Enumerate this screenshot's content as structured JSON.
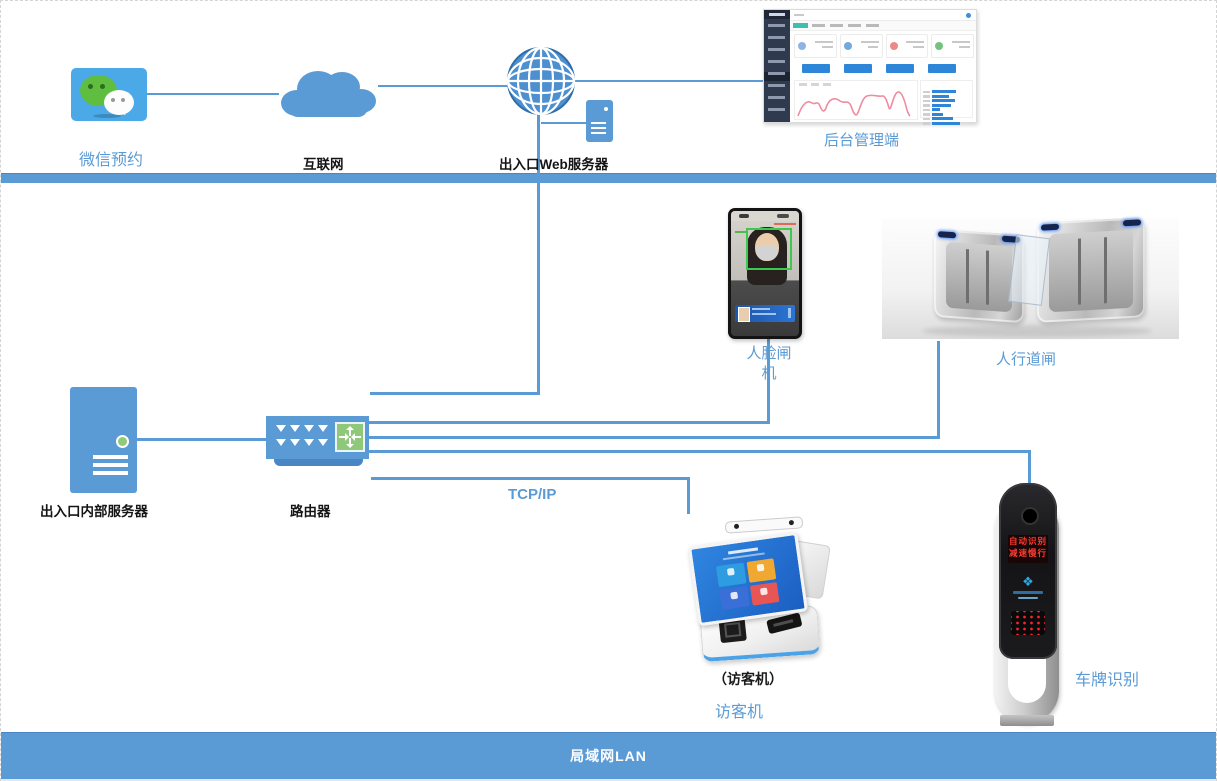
{
  "labels": {
    "wechat": "微信预约",
    "internet": "互联网",
    "web_server": "出入口Web服务器",
    "admin_console": "后台管理端",
    "face_gate_line1": "人脸闸",
    "face_gate_line2": "机",
    "pedestrian_gate": "人行道闸",
    "internal_server": "出入口内部服务器",
    "router": "路由器",
    "protocol": "TCP/IP",
    "visitor_machine_caption": "（访客机）",
    "visitor_machine": "访客机",
    "plate_recognition": "车牌识别",
    "lan_bar": "局域网LAN"
  },
  "lpr_led": {
    "line1": "自动识别",
    "line2": "减速慢行"
  },
  "colors": {
    "diagram_blue": "#5B9BD5",
    "router_green": "#8FC878",
    "wechat_bg_blue": "#4BA9E8",
    "wechat_green": "#5FBE3F",
    "dashboard_sidebar_navy": "#2F3A4F",
    "dashboard_button_blue": "#2E86D8",
    "chart_line_pink": "#F28BA0",
    "led_red": "#FF3B30"
  },
  "admin_dashboard_thumb": {
    "stat_icon_colors": [
      "#7BA7DE",
      "#5B9BD5",
      "#E8766F",
      "#58B868"
    ],
    "button_count": 4,
    "bar_values": [
      80,
      55,
      75,
      62,
      25,
      38,
      70,
      92
    ],
    "sidebar_row_count": 8
  }
}
